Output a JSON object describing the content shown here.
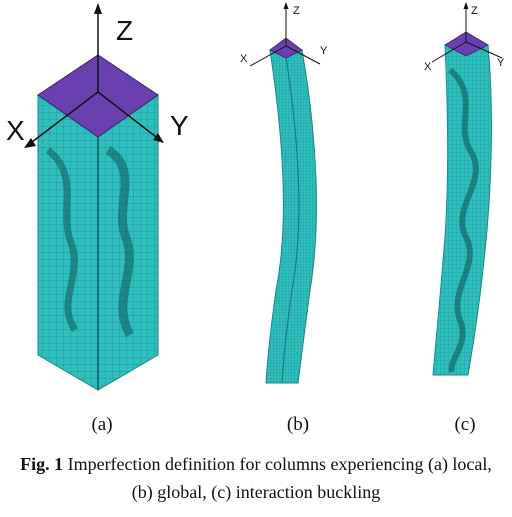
{
  "figure": {
    "colors": {
      "mesh_face": "#2fbfbf",
      "mesh_line": "#1a8a8a",
      "mesh_shadow": "#0d5a5a",
      "top_cap": "#6a3fb0",
      "axis": "#111111"
    },
    "panels": [
      {
        "id": "a",
        "label": "(a)",
        "mode": "local",
        "axes": {
          "z": "Z",
          "x": "X",
          "y": "Y"
        }
      },
      {
        "id": "b",
        "label": "(b)",
        "mode": "global",
        "axes": {
          "z": "Z",
          "x": "X",
          "y": "Y"
        }
      },
      {
        "id": "c",
        "label": "(c)",
        "mode": "interaction",
        "axes": {
          "z": "Z",
          "x": "X",
          "y": "Y"
        }
      }
    ]
  },
  "caption": {
    "prefix": "Fig. 1",
    "line1": " Imperfection definition for columns experiencing (a) local,",
    "line2": "(b) global, (c) interaction buckling"
  }
}
